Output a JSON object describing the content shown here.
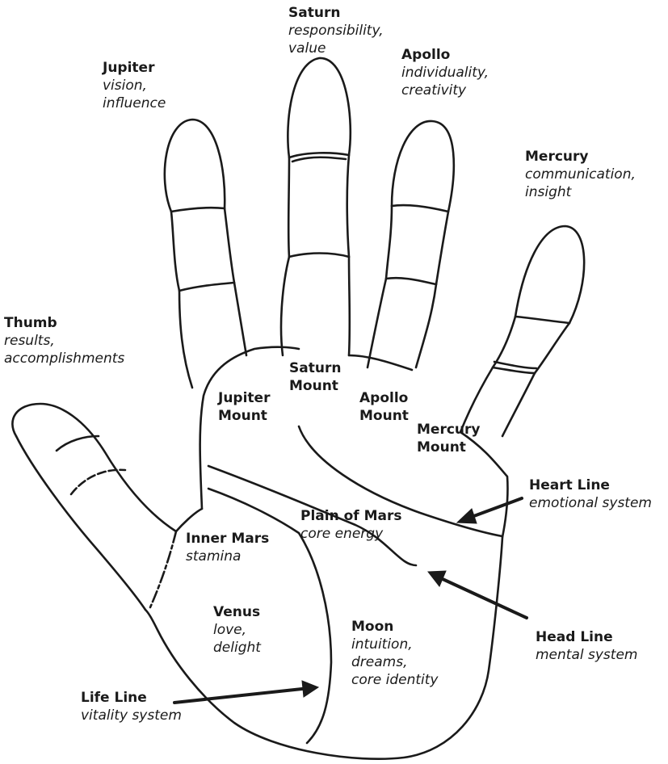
{
  "fingers": {
    "saturn": {
      "title": "Saturn",
      "lines": [
        "responsibility,",
        "value"
      ]
    },
    "jupiter": {
      "title": "Jupiter",
      "lines": [
        "vision,",
        "influence"
      ]
    },
    "apollo": {
      "title": "Apollo",
      "lines": [
        "individuality,",
        "creativity"
      ]
    },
    "mercury": {
      "title": "Mercury",
      "lines": [
        "communication,",
        "insight"
      ]
    },
    "thumb": {
      "title": "Thumb",
      "lines": [
        "results,",
        "accomplishments"
      ]
    }
  },
  "mounts": {
    "saturn": [
      "Saturn",
      "Mount"
    ],
    "jupiter": [
      "Jupiter",
      "Mount"
    ],
    "apollo": [
      "Apollo",
      "Mount"
    ],
    "mercury": [
      "Mercury",
      "Mount"
    ]
  },
  "regions": {
    "plain_of_mars": {
      "title": "Plain of Mars",
      "lines": [
        "core energy"
      ]
    },
    "inner_mars": {
      "title": "Inner Mars",
      "lines": [
        "stamina"
      ]
    },
    "venus": {
      "title": "Venus",
      "lines": [
        "love,",
        "delight"
      ]
    },
    "moon": {
      "title": "Moon",
      "lines": [
        "intuition,",
        "dreams,",
        "core identity"
      ]
    }
  },
  "palm_lines": {
    "heart": {
      "title": "Heart Line",
      "lines": [
        "emotional system"
      ]
    },
    "head": {
      "title": "Head Line",
      "lines": [
        "mental system"
      ]
    },
    "life": {
      "title": "Life Line",
      "lines": [
        "vitality system"
      ]
    }
  },
  "colors": {
    "ink": "#1a1a1a",
    "background": "#ffffff"
  }
}
